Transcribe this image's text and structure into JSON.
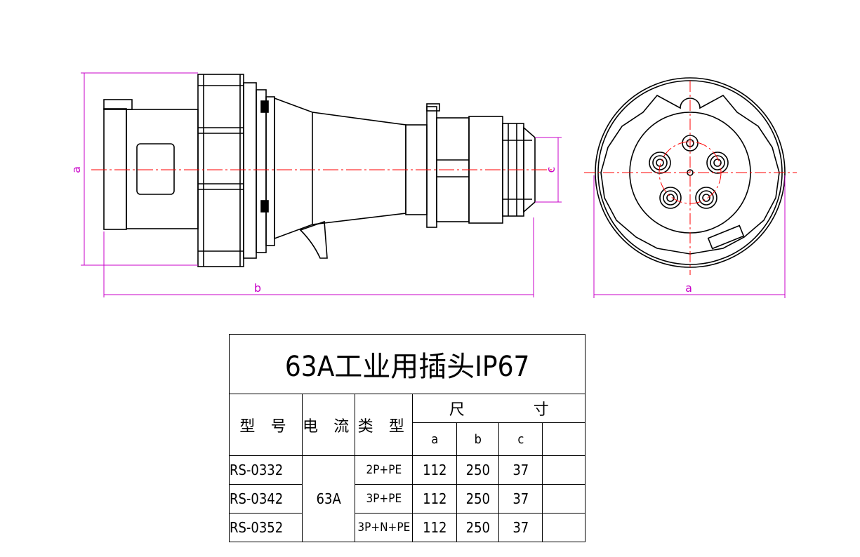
{
  "drawing": {
    "labels": {
      "a_side": "a",
      "b": "b",
      "c": "c",
      "a_front": "a"
    },
    "colors": {
      "outline": "#000000",
      "dimension": "#c800c8",
      "centerline": "#ff0000"
    }
  },
  "table": {
    "title": "63A工业用插头IP67",
    "headers": {
      "model": "型 号",
      "current": "电 流",
      "type": "类 型",
      "size_left": "尺",
      "size_right": "寸"
    },
    "sub_headers": [
      "a",
      "b",
      "c",
      ""
    ],
    "shared_current": "63A",
    "rows": [
      {
        "model": "RS-0332",
        "type": "2P+PE",
        "a": "112",
        "b": "250",
        "c": "37",
        "extra": ""
      },
      {
        "model": "RS-0342",
        "type": "3P+PE",
        "a": "112",
        "b": "250",
        "c": "37",
        "extra": ""
      },
      {
        "model": "RS-0352",
        "type": "3P+N+PE",
        "a": "112",
        "b": "250",
        "c": "37",
        "extra": ""
      }
    ]
  }
}
